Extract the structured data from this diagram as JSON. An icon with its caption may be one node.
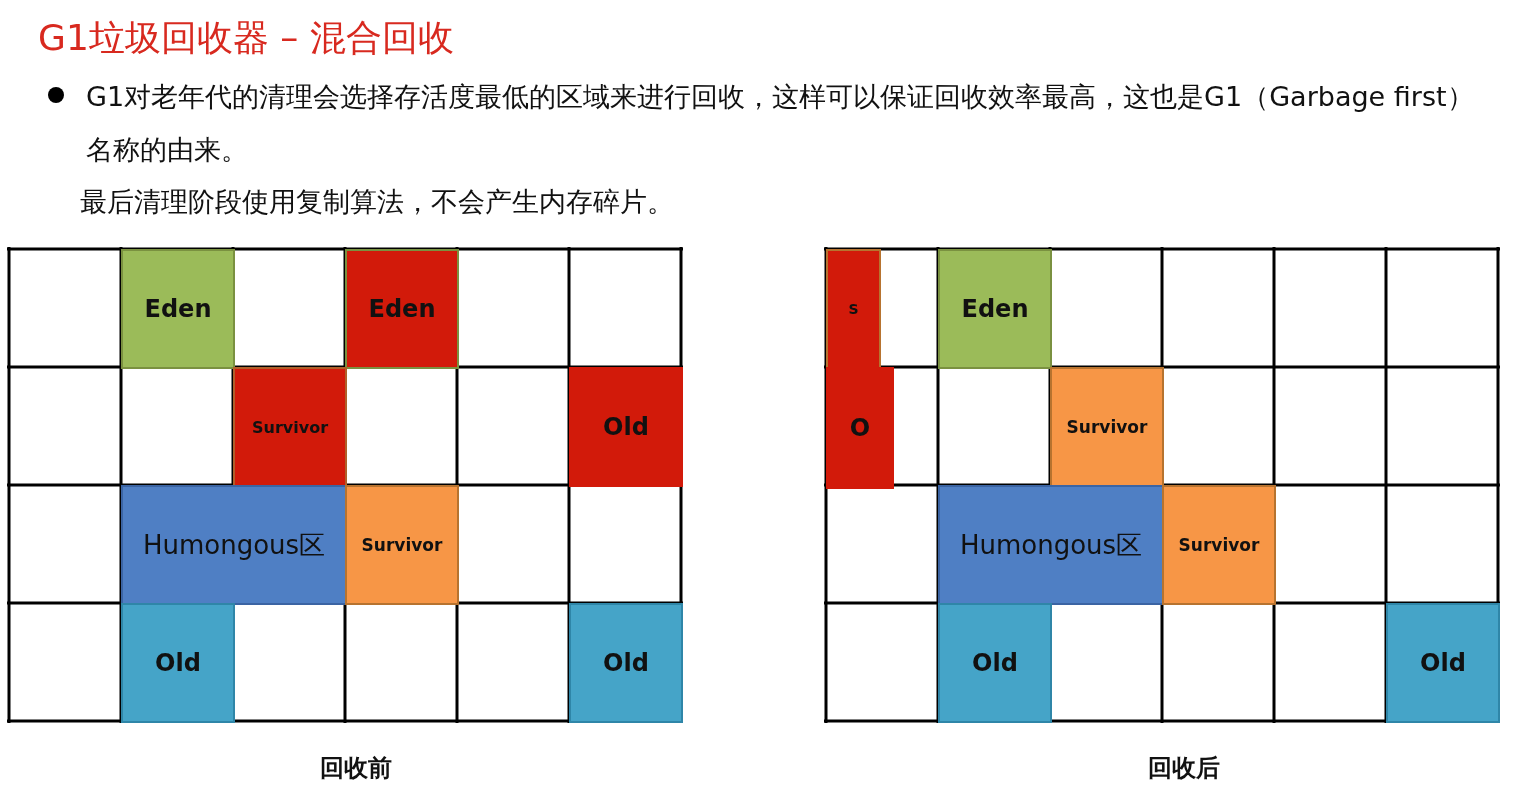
{
  "diagram": {
    "title": "G1垃圾回收器 – 混合回收",
    "nodes": [
      {
        "text": [
          "Eden"
        ]
      },
      {
        "text": [
          "Eden"
        ]
      },
      {
        "text": [
          "Survivor"
        ]
      },
      {
        "text": [
          "Old"
        ]
      },
      {
        "text": [
          "Humongous区"
        ]
      },
      {
        "text": [
          "Survivor"
        ]
      },
      {
        "text": [
          "Old"
        ]
      },
      {
        "text": [
          "Old"
        ]
      },
      {
        "text": [
          "S"
        ]
      },
      {
        "text": [
          "Eden"
        ]
      },
      {
        "text": [
          "O"
        ]
      },
      {
        "text": [
          "Survivor"
        ]
      },
      {
        "text": [
          "Humongous区"
        ]
      },
      {
        "text": [
          "Survivor"
        ]
      },
      {
        "text": [
          "Old"
        ]
      },
      {
        "text": [
          "Old"
        ]
      }
    ],
    "labels": [
      "G1对老年代的清理会选择存活度最低的区域来进行回收，这样可以保证回收效率最高，这也是G1（Garbage first）名称的由来。",
      "最后清理阶段使用复制算法，不会产生内存碎片。",
      "回收前",
      "回收后"
    ]
  }
}
